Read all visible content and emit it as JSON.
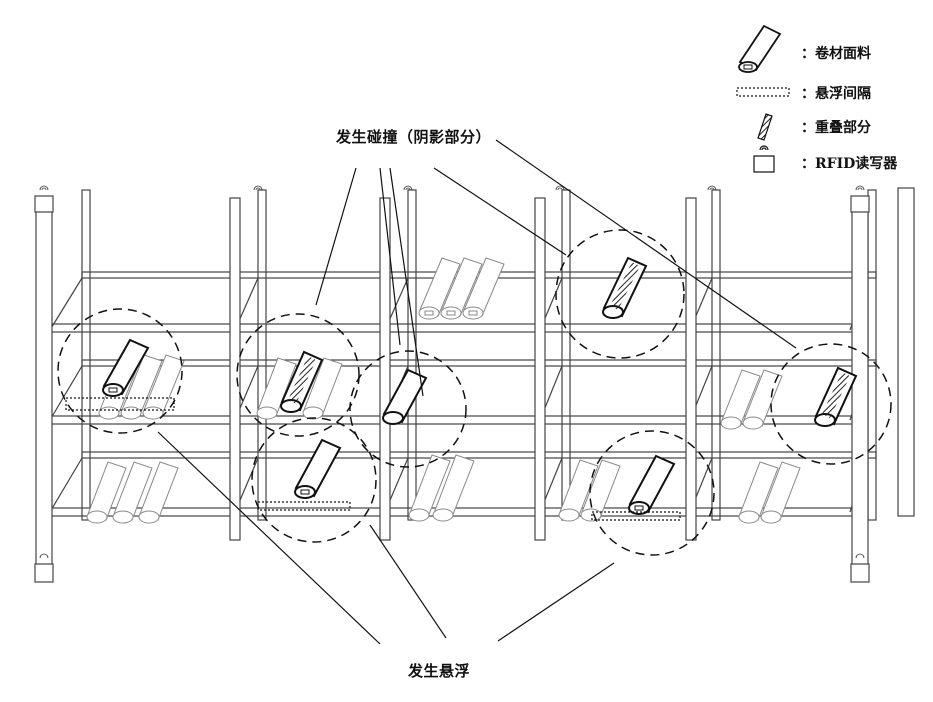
{
  "legend": {
    "roll_material": "：卷材面料",
    "suspension_gap": "：悬浮间隔",
    "overlap_part": "：重叠部分",
    "rfid_reader": "：RFID读写器"
  },
  "callouts": {
    "collision": "发生碰撞（阴影部分）",
    "suspension": "发生悬浮"
  }
}
